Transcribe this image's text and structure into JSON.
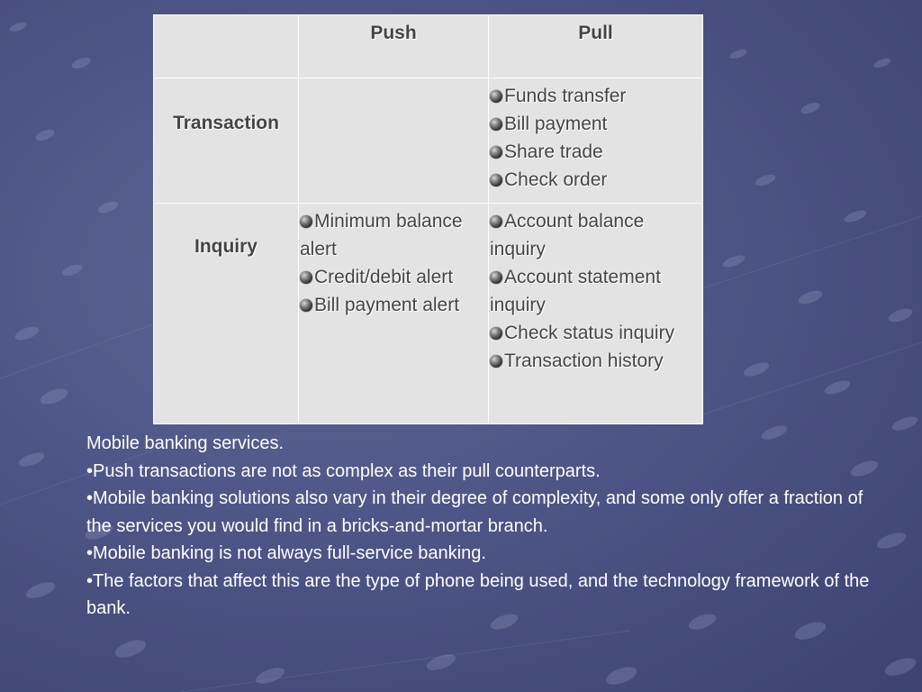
{
  "table": {
    "corner": "",
    "headers": [
      "Push",
      "Pull"
    ],
    "rows": [
      {
        "label": "Transaction",
        "push": [],
        "pull": [
          "Funds transfer",
          "Bill payment",
          "Share trade",
          "Check order"
        ]
      },
      {
        "label": "Inquiry",
        "push": [
          "Minimum balance alert",
          "Credit/debit alert",
          "Bill payment alert"
        ],
        "pull": [
          "Account balance inquiry",
          "Account statement inquiry",
          "Check status inquiry",
          "Transaction history"
        ]
      }
    ]
  },
  "notes": [
    "Mobile banking services.",
    "•Push transactions are not as complex as their pull counterparts.",
    "•Mobile banking solutions also vary in their degree of complexity, and some only offer a fraction of the services you would find in a bricks-and-mortar branch.",
    "•Mobile banking is not  always full-service banking.",
    "•The factors that affect this are the type of phone being used,  and the technology framework of the bank."
  ],
  "colors": {
    "background": "#4d5586",
    "table_cell": "#e3e3e3",
    "cell_text": "#444444",
    "notes_text": "#ffffff"
  },
  "icons": {
    "list_bullet": "sphere-bullet-icon"
  }
}
